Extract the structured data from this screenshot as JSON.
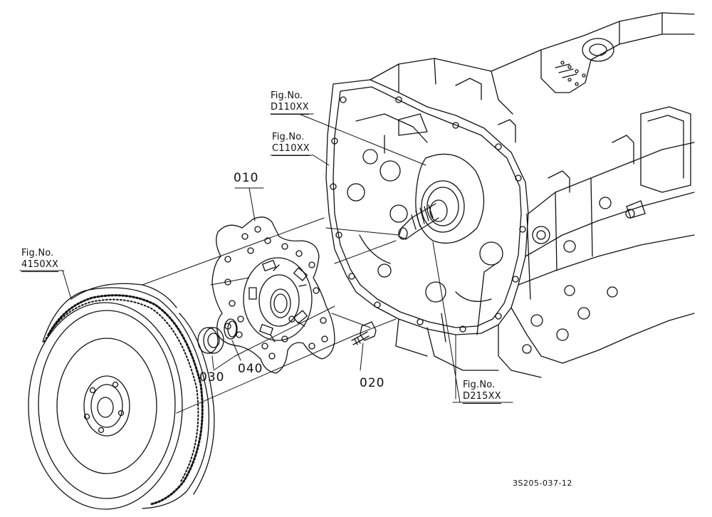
{
  "references": {
    "d110": {
      "line1": "Fig.No.",
      "line2": "D110XX"
    },
    "c110": {
      "line1": "Fig.No.",
      "line2": "C110XX"
    },
    "f4150": {
      "line1": "Fig.No.",
      "line2": "4150XX"
    },
    "d215": {
      "line1": "Fig.No.",
      "line2": "D215XX"
    }
  },
  "parts": {
    "p010": "010",
    "p020": "020",
    "p030": "030",
    "p040": "040"
  },
  "drawing_code": "3S205-037-12"
}
